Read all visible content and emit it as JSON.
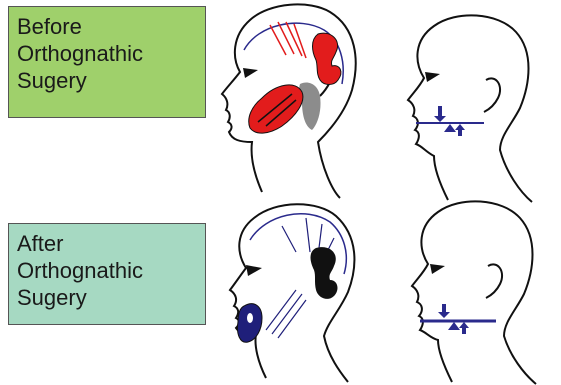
{
  "before": {
    "label_lines": [
      "Before",
      "Orthognathic",
      "Sugery"
    ],
    "box_color": "#9fd06b"
  },
  "after": {
    "label_lines": [
      "After",
      "Orthognathic",
      "Sugery"
    ],
    "box_color": "#a6d9c2"
  },
  "colors": {
    "outline": "#111111",
    "before_muscle": "#e21c1c",
    "before_joint": "#8c8c8c",
    "after_muscle": "#1f1f7a",
    "after_joint": "#111111",
    "occlusal_line": "#2a2a8c"
  },
  "panels": [
    {
      "name": "before-muscle-head",
      "muscle_state": "tense"
    },
    {
      "name": "before-occlusion-head",
      "bite": "open"
    },
    {
      "name": "after-muscle-head",
      "muscle_state": "relaxed"
    },
    {
      "name": "after-occlusion-head",
      "bite": "closed"
    }
  ]
}
